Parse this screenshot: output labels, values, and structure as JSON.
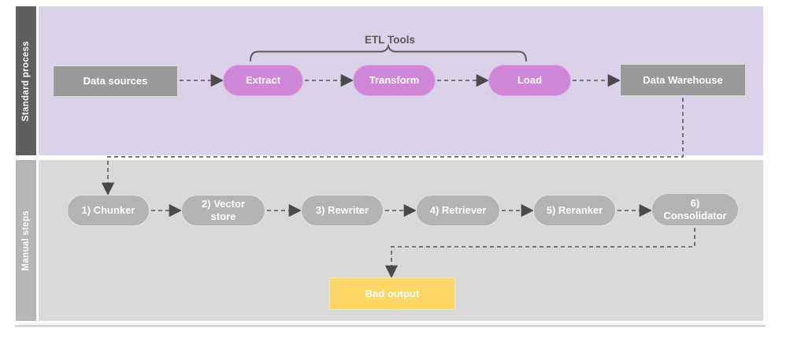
{
  "lanes": [
    {
      "id": "standard-process",
      "label": "Standard process"
    },
    {
      "id": "manual-steps",
      "label": "Manual steps"
    }
  ],
  "groups": {
    "etl_tools": {
      "label": "ETL Tools",
      "spans": [
        "extract",
        "transform",
        "load"
      ]
    }
  },
  "nodes": {
    "data_sources": {
      "label": "Data sources",
      "shape": "rectangle",
      "lane": "standard-process"
    },
    "extract": {
      "label": "Extract",
      "shape": "pill",
      "lane": "standard-process"
    },
    "transform": {
      "label": "Transform",
      "shape": "pill",
      "lane": "standard-process"
    },
    "load": {
      "label": "Load",
      "shape": "pill",
      "lane": "standard-process"
    },
    "data_warehouse": {
      "label": "Data Warehouse",
      "shape": "rectangle",
      "lane": "standard-process"
    },
    "chunker": {
      "label": "1) Chunker",
      "shape": "pill",
      "lane": "manual-steps"
    },
    "vector_store": {
      "label": "2) Vector\nstore",
      "shape": "pill",
      "lane": "manual-steps"
    },
    "rewriter": {
      "label": "3) Rewriter",
      "shape": "pill",
      "lane": "manual-steps"
    },
    "retriever": {
      "label": "4) Retriever",
      "shape": "pill",
      "lane": "manual-steps"
    },
    "reranker": {
      "label": "5) Reranker",
      "shape": "pill",
      "lane": "manual-steps"
    },
    "consolidator": {
      "label": "6)\nConsolidator",
      "shape": "pill",
      "lane": "manual-steps"
    },
    "bad_output": {
      "label": "Bad output",
      "shape": "rectangle",
      "lane": "manual-steps"
    }
  },
  "connections": [
    {
      "from": "data_sources",
      "to": "extract",
      "style": "dashed-arrow"
    },
    {
      "from": "extract",
      "to": "transform",
      "style": "dashed-arrow"
    },
    {
      "from": "transform",
      "to": "load",
      "style": "dashed-arrow"
    },
    {
      "from": "load",
      "to": "data_warehouse",
      "style": "dashed-arrow"
    },
    {
      "from": "data_warehouse",
      "to": "chunker",
      "style": "dashed-arrow-elbow"
    },
    {
      "from": "chunker",
      "to": "vector_store",
      "style": "dashed-arrow"
    },
    {
      "from": "vector_store",
      "to": "rewriter",
      "style": "dashed-arrow"
    },
    {
      "from": "rewriter",
      "to": "retriever",
      "style": "dashed-arrow"
    },
    {
      "from": "retriever",
      "to": "reranker",
      "style": "dashed-arrow"
    },
    {
      "from": "reranker",
      "to": "consolidator",
      "style": "dashed-arrow"
    },
    {
      "from": "consolidator",
      "to": "bad_output",
      "style": "dashed-arrow-elbow"
    }
  ],
  "colors": {
    "standard_lane_bg": "#d9d2e9",
    "standard_lane_bar": "#5f5f5f",
    "manual_lane_bg": "#d9d9d9",
    "manual_lane_bar": "#b6b6b6",
    "etl_pill_fill": "#cf86d6",
    "process_box_fill": "#9a9a9a",
    "step_pill_fill": "#b3b3b3",
    "bad_output_fill": "#fdd663",
    "connector_stroke": "#666666",
    "node_text": "#ffffff",
    "group_label_text": "#595959"
  }
}
